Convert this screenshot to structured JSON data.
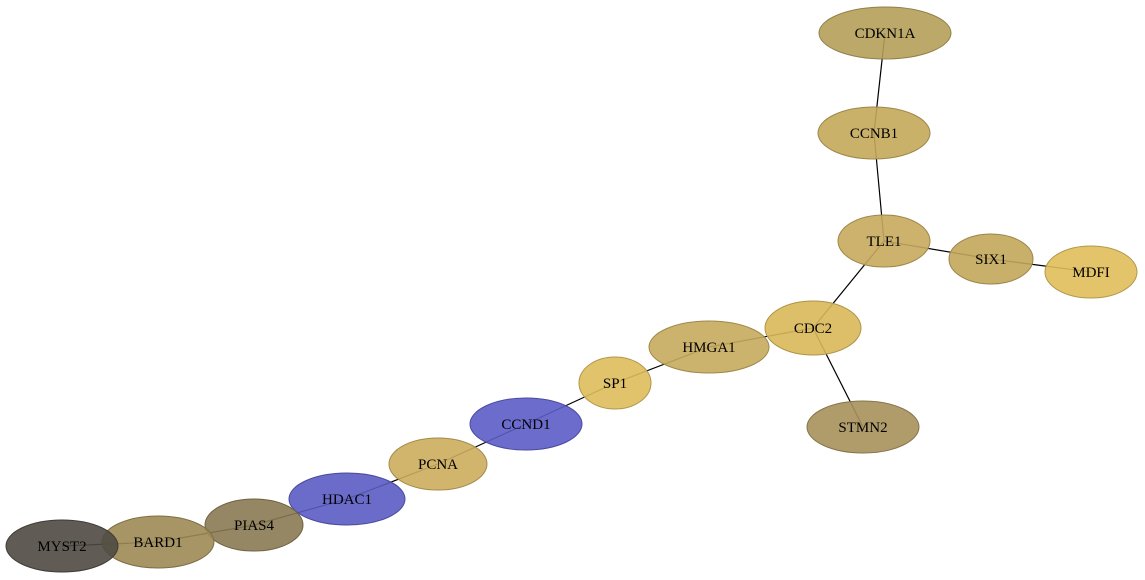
{
  "graph": {
    "nodes": [
      {
        "id": "CDKN1A",
        "label": "CDKN1A",
        "color": "#b5a05a"
      },
      {
        "id": "CCNB1",
        "label": "CCNB1",
        "color": "#c4a85a"
      },
      {
        "id": "TLE1",
        "label": "TLE1",
        "color": "#c6aa5c"
      },
      {
        "id": "SIX1",
        "label": "SIX1",
        "color": "#c2a75a"
      },
      {
        "id": "MDFI",
        "label": "MDFI",
        "color": "#e0be5b"
      },
      {
        "id": "CDC2",
        "label": "CDC2",
        "color": "#d9b85a"
      },
      {
        "id": "HMGA1",
        "label": "HMGA1",
        "color": "#c7ab5d"
      },
      {
        "id": "STMN2",
        "label": "STMN2",
        "color": "#a7915b"
      },
      {
        "id": "SP1",
        "label": "SP1",
        "color": "#ddbc5b"
      },
      {
        "id": "CCND1",
        "label": "CCND1",
        "color": "#5c5cc8"
      },
      {
        "id": "PCNA",
        "label": "PCNA",
        "color": "#ccad5c"
      },
      {
        "id": "HDAC1",
        "label": "HDAC1",
        "color": "#5b5bc4"
      },
      {
        "id": "PIAS4",
        "label": "PIAS4",
        "color": "#8a7a52"
      },
      {
        "id": "BARD1",
        "label": "BARD1",
        "color": "#9d8a55"
      },
      {
        "id": "MYST2",
        "label": "MYST2",
        "color": "#4f4a42"
      }
    ],
    "edges": [
      [
        "CDKN1A",
        "CCNB1"
      ],
      [
        "CCNB1",
        "TLE1"
      ],
      [
        "TLE1",
        "SIX1"
      ],
      [
        "SIX1",
        "MDFI"
      ],
      [
        "TLE1",
        "CDC2"
      ],
      [
        "CDC2",
        "HMGA1"
      ],
      [
        "CDC2",
        "STMN2"
      ],
      [
        "HMGA1",
        "SP1"
      ],
      [
        "SP1",
        "CCND1"
      ],
      [
        "CCND1",
        "PCNA"
      ],
      [
        "PCNA",
        "HDAC1"
      ],
      [
        "HDAC1",
        "PIAS4"
      ],
      [
        "PIAS4",
        "BARD1"
      ],
      [
        "BARD1",
        "MYST2"
      ]
    ]
  }
}
